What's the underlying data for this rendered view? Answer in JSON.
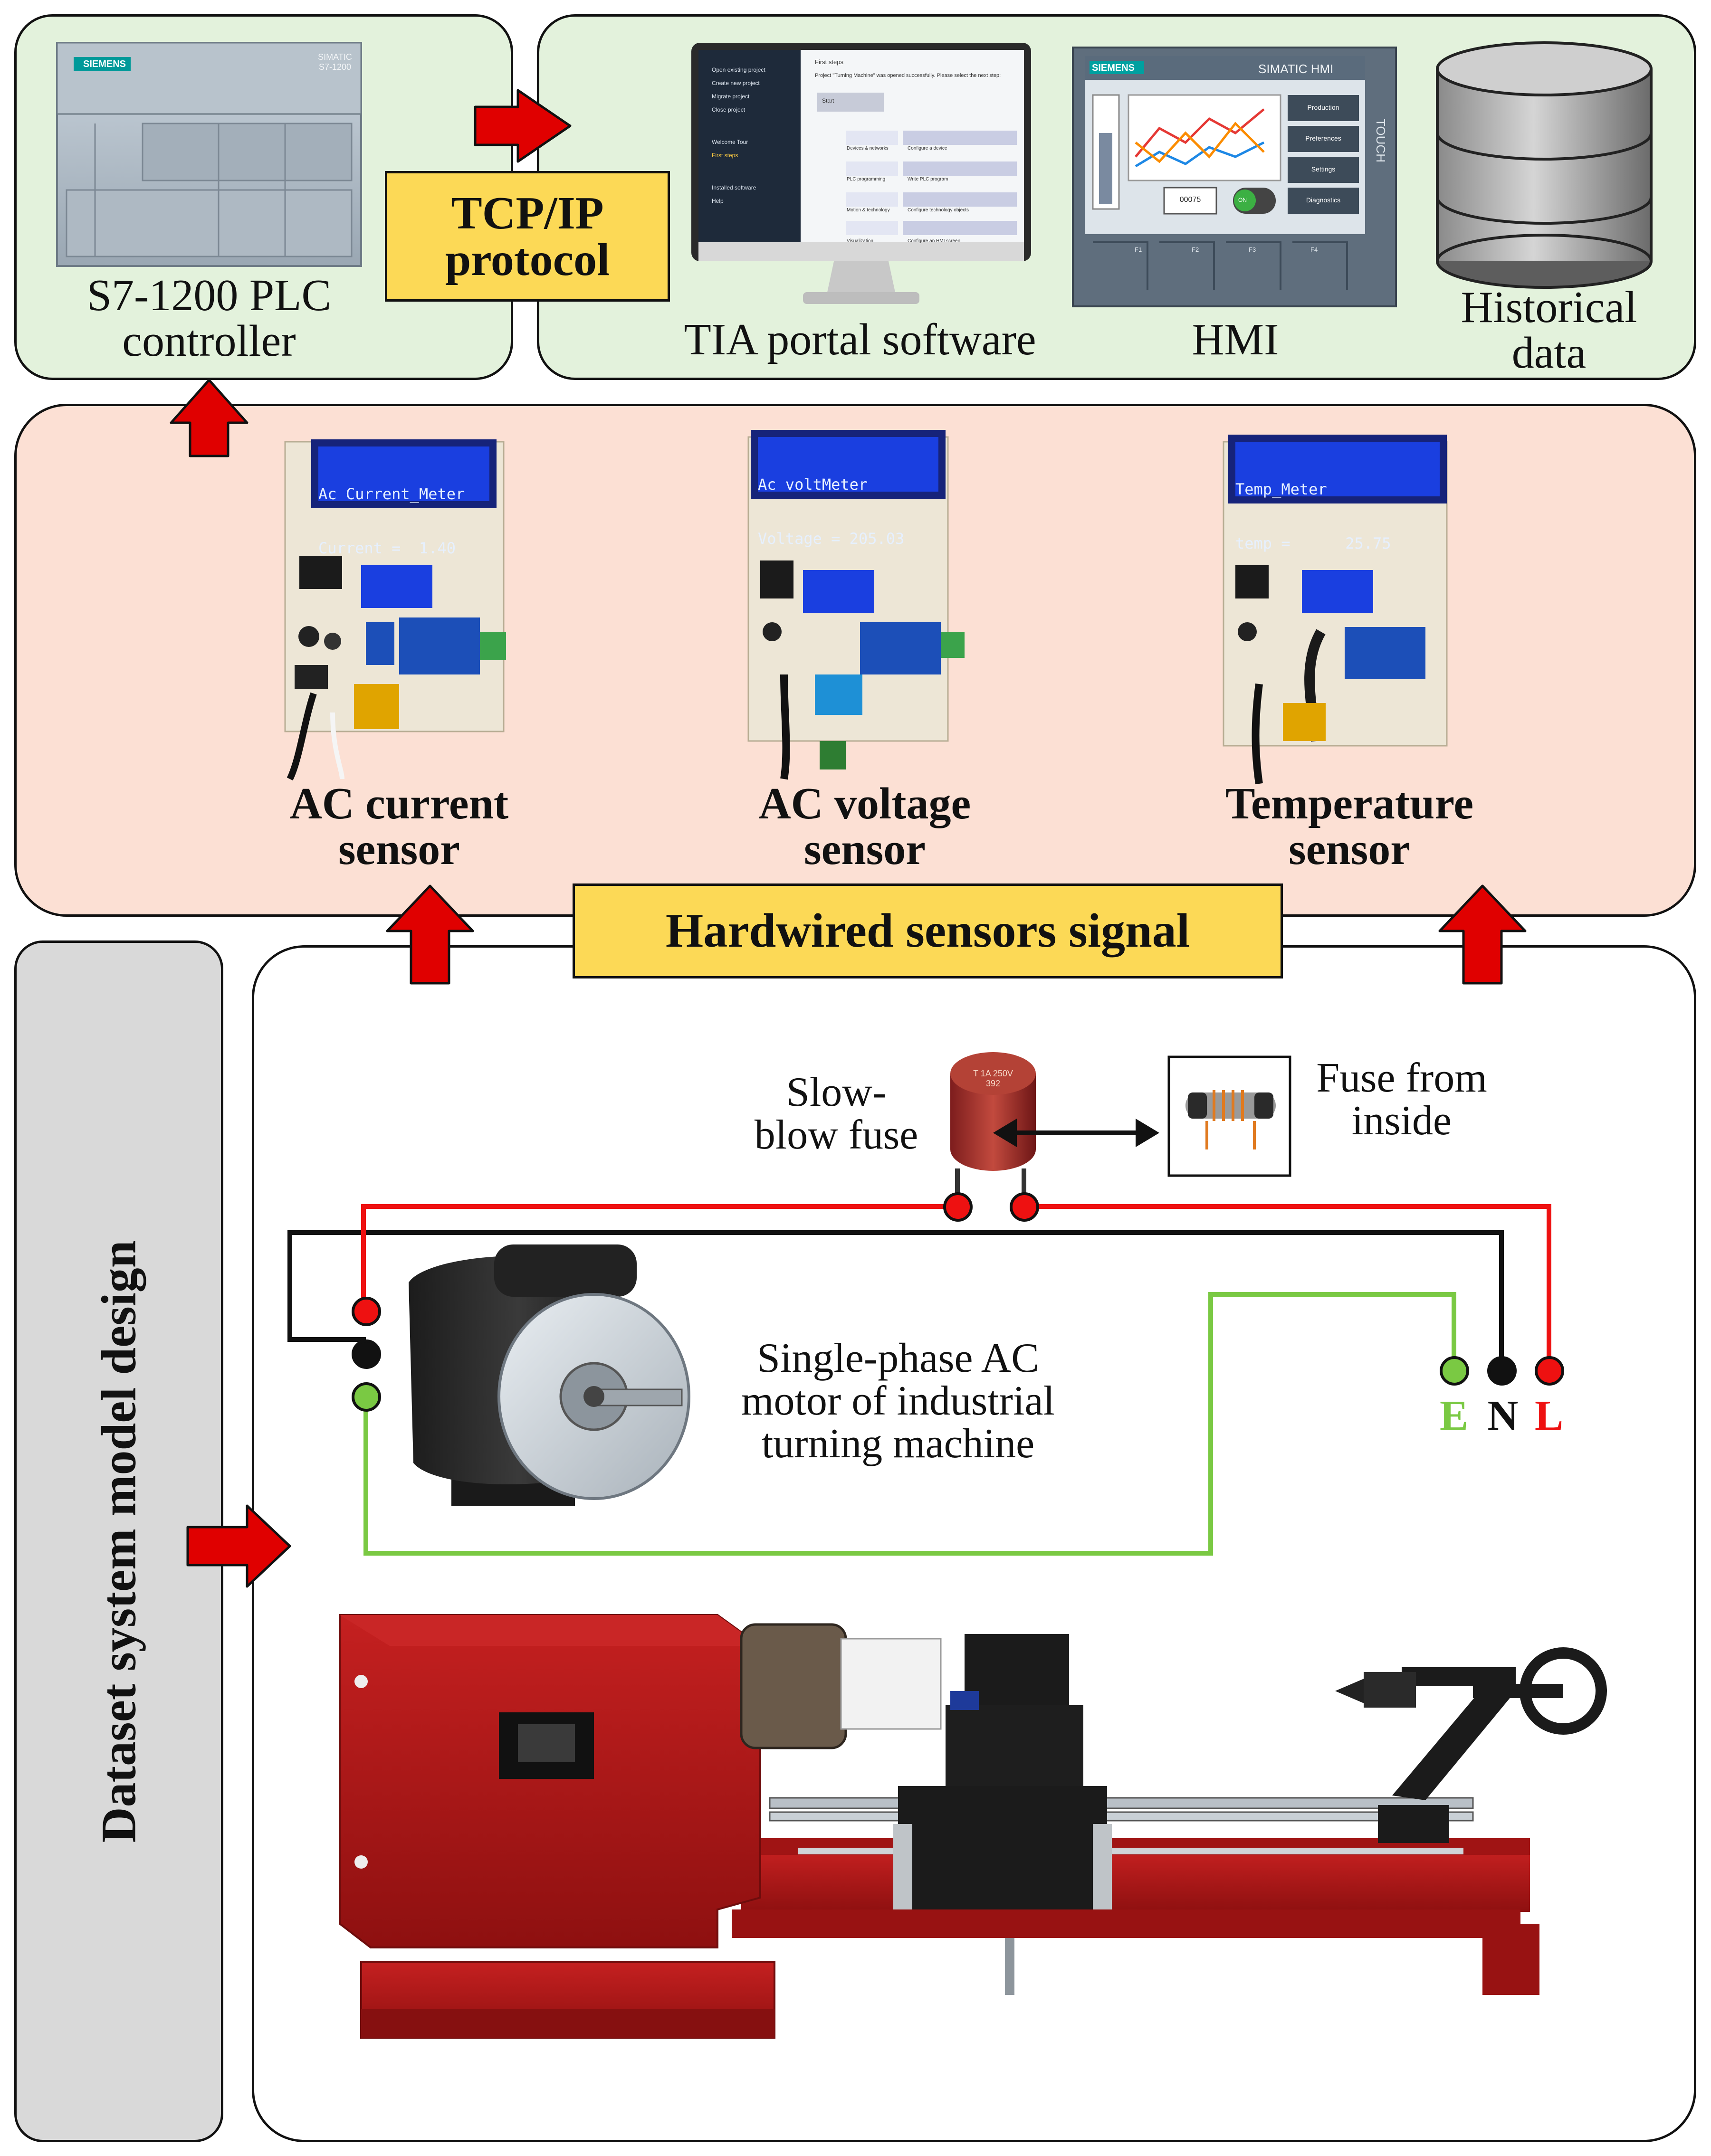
{
  "top_left": {
    "device_label": "S7-1200 PLC\ncontroller",
    "plc_brand": "SIEMENS",
    "plc_model": "SIMATIC\nS7-1200"
  },
  "protocol": {
    "label": "TCP/IP\nprotocol"
  },
  "top_right": {
    "tia_label": "TIA portal software",
    "hmi_label": "HMI",
    "db_label": "Historical\ndata",
    "tia_screen": {
      "header": "First steps",
      "subtitle": "Project \"Turning Machine\" was opened successfully. Please select the next step:",
      "menu": [
        "Open existing project",
        "Create new project",
        "Migrate project",
        "Close project",
        "Welcome Tour",
        "First steps",
        "Installed software",
        "Help"
      ],
      "start": "Start",
      "steps": [
        "Devices & networks",
        "PLC programming",
        "Motion & technology",
        "Visualization"
      ],
      "actions": [
        "Configure a device",
        "Write PLC program",
        "Configure technology objects",
        "Configure an HMI screen"
      ]
    },
    "hmi_screen": {
      "brand": "SIEMENS",
      "title": "SIMATIC HMI",
      "side_text": "TOUCH",
      "buttons": [
        "Production",
        "Preferences",
        "Settings",
        "Diagnostics"
      ],
      "readout": "00075",
      "toggle": "ON",
      "fkeys": [
        "F1",
        "F2",
        "F3",
        "F4"
      ]
    }
  },
  "sensors": {
    "items": [
      {
        "label": "AC current\nsensor",
        "lcd_line1": "Ac Current_Meter",
        "lcd_line2": "Current =  1.40"
      },
      {
        "label": "AC voltage\nsensor",
        "lcd_line1": "Ac voltMeter",
        "lcd_line2": "Voltage = 205.03"
      },
      {
        "label": "Temperature\nsensor",
        "lcd_line1": "Temp_Meter",
        "lcd_line2": "temp =      25.75"
      }
    ],
    "signal_label": "Hardwired sensors signal"
  },
  "side": {
    "label": "Dataset system model design"
  },
  "wiring": {
    "fuse_label": "Slow-\nblow fuse",
    "fuse_body_text": "T 1A 250V\n392",
    "fuse_inside_label": "Fuse from\ninside",
    "motor_label": "Single-phase AC\nmotor of industrial\nturning machine",
    "terminals": [
      "E",
      "N",
      "L"
    ]
  },
  "colors": {
    "panel_green": "#e3f2dc",
    "panel_peach": "#fce0d4",
    "panel_gray": "#d9d9d9",
    "callout_yellow": "#fcd956",
    "arrow_red": "#e00000",
    "wire_red": "#ee1111",
    "wire_green": "#7ac943",
    "wire_black": "#111111",
    "lcd_blue": "#1a3fe0",
    "lathe_red": "#b01818"
  }
}
